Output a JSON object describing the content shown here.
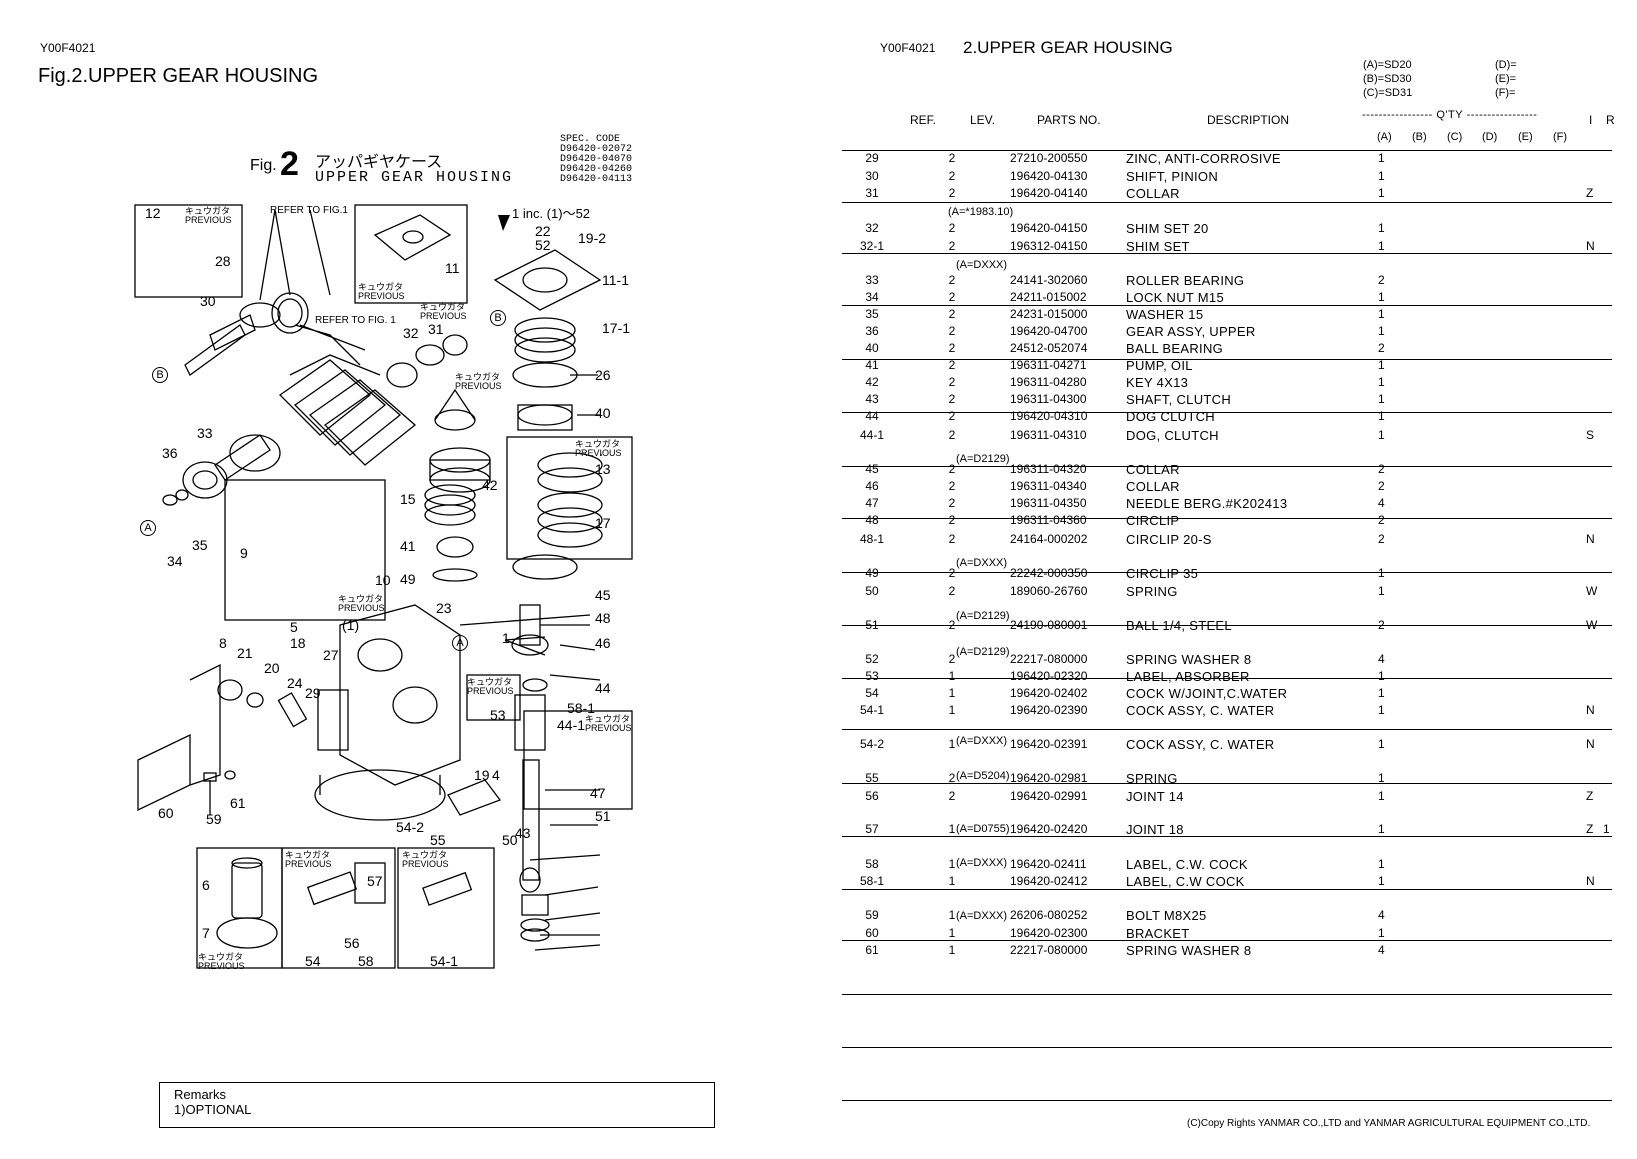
{
  "left_page": {
    "code": "Y00F4021",
    "title": "Fig.2.UPPER GEAR HOUSING",
    "spec_code_label": "SPEC. CODE",
    "spec_codes": [
      "D96420-02072",
      "D96420-04070",
      "D96420-04260",
      "D96420-04113"
    ],
    "fig_prefix": "Fig.",
    "fig_number": "2",
    "fig_title_jp": "アッパギヤケース",
    "fig_title_en": "UPPER GEAR HOUSING",
    "refer_to_fig1": "REFER TO FIG.1",
    "refer_to_fig1_b": "REFER TO FIG. 1",
    "inc_note": "1 inc. (1)～52",
    "previous_jp": "キュウガタ",
    "previous": "PREVIOUS",
    "callouts": [
      "12",
      "28",
      "30",
      "33",
      "36",
      "35",
      "34",
      "32",
      "31",
      "11",
      "22",
      "52",
      "19-2",
      "11-1",
      "17-1",
      "26",
      "40",
      "13",
      "17",
      "15",
      "42",
      "41",
      "49",
      "9",
      "10",
      "23",
      "1",
      "5",
      "18",
      "27",
      "8",
      "21",
      "20",
      "24",
      "29",
      "53",
      "19",
      "4",
      "58-1",
      "44-1",
      "44",
      "45",
      "48",
      "46",
      "47",
      "51",
      "43",
      "50",
      "54-2",
      "55",
      "6",
      "7",
      "60",
      "59",
      "61",
      "57",
      "56",
      "54",
      "58",
      "54-1",
      "(1)",
      "A",
      "B"
    ],
    "remarks_title": "Remarks",
    "remarks_text": "1)OPTIONAL"
  },
  "right_page": {
    "code": "Y00F4021",
    "title": "2.UPPER GEAR HOUSING",
    "spec_map": [
      "(A)=SD20",
      "(B)=SD30",
      "(C)=SD31",
      "(D)=",
      "(E)=",
      "(F)="
    ],
    "headers": {
      "ref": "REF.",
      "lev": "LEV.",
      "parts": "PARTS NO.",
      "desc": "DESCRIPTION",
      "qty": "Q'TY",
      "i": "I",
      "r": "R"
    },
    "qty_cols": [
      "(A)",
      "(B)",
      "(C)",
      "(D)",
      "(E)",
      "(F)"
    ],
    "rows": [
      {
        "ref": "29",
        "lev": "2",
        "part": "27210-200550",
        "desc": "ZINC, ANTI-CORROSIVE",
        "qty": "1",
        "i": "",
        "r": ""
      },
      {
        "ref": "30",
        "lev": "2",
        "part": "196420-04130",
        "desc": "SHIFT, PINION",
        "qty": "1",
        "i": "",
        "r": ""
      },
      {
        "ref": "31",
        "lev": "2",
        "part": "196420-04140",
        "desc": "COLLAR",
        "qty": "1",
        "i": "Z",
        "r": ""
      },
      {
        "ref": "32",
        "lev": "2",
        "part": "196420-04150",
        "desc": "SHIM SET 20",
        "qty": "1",
        "i": "",
        "r": ""
      },
      {
        "ref": "32-1",
        "lev": "2",
        "part": "196312-04150",
        "desc": "SHIM SET",
        "qty": "1",
        "i": "N",
        "r": ""
      },
      {
        "ref": "33",
        "lev": "2",
        "part": "24141-302060",
        "desc": "ROLLER BEARING",
        "qty": "2",
        "i": "",
        "r": ""
      },
      {
        "ref": "34",
        "lev": "2",
        "part": "24211-015002",
        "desc": "LOCK NUT M15",
        "qty": "1",
        "i": "",
        "r": ""
      },
      {
        "ref": "35",
        "lev": "2",
        "part": "24231-015000",
        "desc": "WASHER 15",
        "qty": "1",
        "i": "",
        "r": ""
      },
      {
        "ref": "36",
        "lev": "2",
        "part": "196420-04700",
        "desc": "GEAR ASSY, UPPER",
        "qty": "1",
        "i": "",
        "r": ""
      },
      {
        "ref": "40",
        "lev": "2",
        "part": "24512-052074",
        "desc": "BALL BEARING",
        "qty": "2",
        "i": "",
        "r": ""
      },
      {
        "ref": "41",
        "lev": "2",
        "part": "196311-04271",
        "desc": "PUMP, OIL",
        "qty": "1",
        "i": "",
        "r": ""
      },
      {
        "ref": "42",
        "lev": "2",
        "part": "196311-04280",
        "desc": "KEY 4X13",
        "qty": "1",
        "i": "",
        "r": ""
      },
      {
        "ref": "43",
        "lev": "2",
        "part": "196311-04300",
        "desc": "SHAFT, CLUTCH",
        "qty": "1",
        "i": "",
        "r": ""
      },
      {
        "ref": "44",
        "lev": "2",
        "part": "196420-04310",
        "desc": "DOG CLUTCH",
        "qty": "1",
        "i": "",
        "r": ""
      },
      {
        "ref": "44-1",
        "lev": "2",
        "part": "196311-04310",
        "desc": "DOG, CLUTCH",
        "qty": "1",
        "i": "S",
        "r": ""
      },
      {
        "ref": "45",
        "lev": "2",
        "part": "196311-04320",
        "desc": "COLLAR",
        "qty": "2",
        "i": "",
        "r": ""
      },
      {
        "ref": "46",
        "lev": "2",
        "part": "196311-04340",
        "desc": "COLLAR",
        "qty": "2",
        "i": "",
        "r": ""
      },
      {
        "ref": "47",
        "lev": "2",
        "part": "196311-04350",
        "desc": "NEEDLE BERG.#K202413",
        "qty": "4",
        "i": "",
        "r": ""
      },
      {
        "ref": "48",
        "lev": "2",
        "part": "196311-04360",
        "desc": "CIRCLIP",
        "qty": "2",
        "i": "",
        "r": ""
      },
      {
        "ref": "48-1",
        "lev": "2",
        "part": "24164-000202",
        "desc": "CIRCLIP 20-S",
        "qty": "2",
        "i": "N",
        "r": ""
      },
      {
        "ref": "49",
        "lev": "2",
        "part": "22242-000350",
        "desc": "CIRCLIP   35",
        "qty": "1",
        "i": "",
        "r": ""
      },
      {
        "ref": "50",
        "lev": "2",
        "part": "189060-26760",
        "desc": "SPRING",
        "qty": "1",
        "i": "W",
        "r": ""
      },
      {
        "ref": "51",
        "lev": "2",
        "part": "24190-080001",
        "desc": "BALL 1/4, STEEL",
        "qty": "2",
        "i": "W",
        "r": ""
      },
      {
        "ref": "52",
        "lev": "2",
        "part": "22217-080000",
        "desc": "SPRING WASHER  8",
        "qty": "4",
        "i": "",
        "r": ""
      },
      {
        "ref": "53",
        "lev": "1",
        "part": "196420-02320",
        "desc": "LABEL, ABSORBER",
        "qty": "1",
        "i": "",
        "r": ""
      },
      {
        "ref": "54",
        "lev": "1",
        "part": "196420-02402",
        "desc": "COCK W/JOINT,C.WATER",
        "qty": "1",
        "i": "",
        "r": ""
      },
      {
        "ref": "54-1",
        "lev": "1",
        "part": "196420-02390",
        "desc": "COCK ASSY, C. WATER",
        "qty": "1",
        "i": "N",
        "r": ""
      },
      {
        "ref": "54-2",
        "lev": "1",
        "part": "196420-02391",
        "desc": "COCK ASSY, C. WATER",
        "qty": "1",
        "i": "N",
        "r": ""
      },
      {
        "ref": "55",
        "lev": "2",
        "part": "196420-02981",
        "desc": "SPRING",
        "qty": "1",
        "i": "",
        "r": ""
      },
      {
        "ref": "56",
        "lev": "2",
        "part": "196420-02991",
        "desc": "JOINT 14",
        "qty": "1",
        "i": "Z",
        "r": ""
      },
      {
        "ref": "57",
        "lev": "1",
        "part": "196420-02420",
        "desc": "JOINT 18",
        "qty": "1",
        "i": "Z",
        "r": "1"
      },
      {
        "ref": "58",
        "lev": "1",
        "part": "196420-02411",
        "desc": "LABEL, C.W. COCK",
        "qty": "1",
        "i": "",
        "r": ""
      },
      {
        "ref": "58-1",
        "lev": "1",
        "part": "196420-02412",
        "desc": "LABEL, C.W COCK",
        "qty": "1",
        "i": "N",
        "r": ""
      },
      {
        "ref": "59",
        "lev": "1",
        "part": "26206-080252",
        "desc": "BOLT M8X25",
        "qty": "4",
        "i": "",
        "r": ""
      },
      {
        "ref": "60",
        "lev": "1",
        "part": "196420-02300",
        "desc": "BRACKET",
        "qty": "1",
        "i": "",
        "r": ""
      },
      {
        "ref": "61",
        "lev": "1",
        "part": "22217-080000",
        "desc": "SPRING WASHER  8",
        "qty": "4",
        "i": "",
        "r": ""
      }
    ],
    "notes": [
      "(A=*1983.10)",
      "(A=DXXX)",
      "(A=D2129)",
      "(A=DXXX)",
      "(A=D2129)",
      "(A=D2129)",
      "(A=DXXX)",
      "(A=D5204)",
      "(A=D0755)",
      "(A=DXXX)",
      "(A=DXXX)"
    ],
    "copyright": "(C)Copy Rights  YANMAR CO.,LTD and YANMAR AGRICULTURAL EQUIPMENT CO.,LTD."
  }
}
